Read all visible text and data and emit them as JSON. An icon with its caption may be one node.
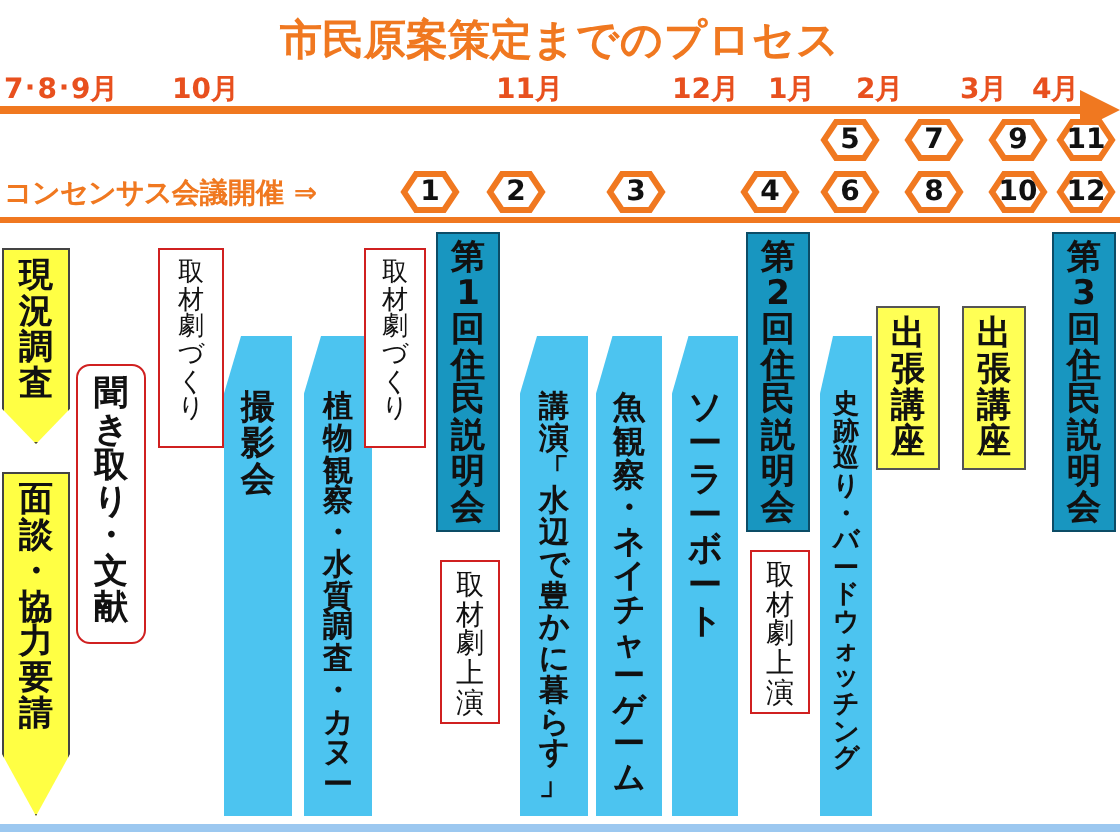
{
  "diagram": {
    "title": "市民原案策定までのプロセス",
    "nodes": [
      {
        "text": [
          "5"
        ]
      },
      {
        "text": [
          "7"
        ]
      },
      {
        "text": [
          "9"
        ]
      },
      {
        "text": [
          "11"
        ]
      },
      {
        "text": [
          "1"
        ]
      },
      {
        "text": [
          "2"
        ]
      },
      {
        "text": [
          "3"
        ]
      },
      {
        "text": [
          "4"
        ]
      },
      {
        "text": [
          "6"
        ]
      },
      {
        "text": [
          "8"
        ]
      },
      {
        "text": [
          "10"
        ]
      },
      {
        "text": [
          "12"
        ]
      },
      {
        "text": [
          "現況調査"
        ]
      },
      {
        "text": [
          "面談・協力要請"
        ]
      },
      {
        "text": [
          "聞き取り・文献"
        ]
      },
      {
        "text": [
          "取材劇づくり"
        ]
      },
      {
        "text": [
          "撮影会"
        ]
      },
      {
        "text": [
          "植物観察・水質調査・カヌー"
        ]
      },
      {
        "text": [
          "取材劇づくり"
        ]
      },
      {
        "text": [
          "第1回住民説明会"
        ]
      },
      {
        "text": [
          "取材劇上演"
        ]
      },
      {
        "text": [
          "講演「水辺で豊かに暮らす」"
        ]
      },
      {
        "text": [
          "魚観察・ネイチャーゲーム"
        ]
      },
      {
        "text": [
          "ソーラーボート"
        ]
      },
      {
        "text": [
          "第2回住民説明会"
        ]
      },
      {
        "text": [
          "取材劇上演"
        ]
      },
      {
        "text": [
          "史跡巡り・バードウォッチング"
        ]
      },
      {
        "text": [
          "出張講座"
        ]
      },
      {
        "text": [
          "出張講座"
        ]
      },
      {
        "text": [
          "第3回住民説明会"
        ]
      }
    ],
    "labels": [
      "7･8･9月",
      "10月",
      "11月",
      "12月",
      "1月",
      "2月",
      "3月",
      "4月",
      "コンセンサス会議開催 ⇒"
    ]
  }
}
